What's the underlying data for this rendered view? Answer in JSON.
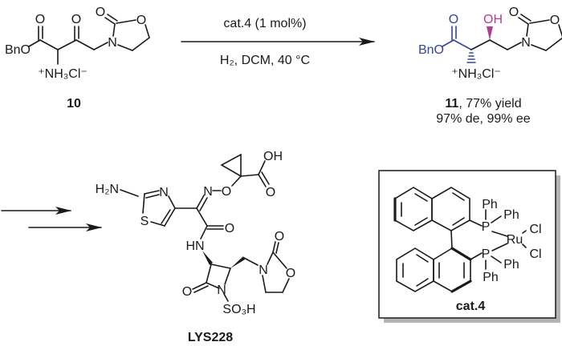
{
  "reaction": {
    "reagent_top": "cat.4 (1 mol%)",
    "reagent_bottom": "H₂, DCM, 40 °C"
  },
  "compound_10": {
    "label": "10",
    "atoms": {
      "bno": "BnO",
      "o_ester": "O",
      "o_ketone": "O",
      "amine": "⁺NH₃Cl⁻",
      "n_ring": "N",
      "o_ring": "O",
      "o_carbonyl": "O"
    }
  },
  "compound_11": {
    "label_number": "11",
    "label_yield": ", 77% yield",
    "selectivity": "97% de, 99% ee",
    "atoms": {
      "bno": "BnO",
      "o_ester": "O",
      "oh": "OH",
      "amine": "⁺NH₃Cl⁻",
      "n_ring": "N",
      "o_ring": "O",
      "o_carbonyl": "O"
    },
    "colors": {
      "ester_fragment": "#33449a",
      "hydroxyl": "#b0408f"
    }
  },
  "lys228": {
    "label": "LYS228",
    "atoms": {
      "h2n": "H₂N",
      "n_thiazole": "N",
      "s_thiazole": "S",
      "n_oxime": "N",
      "o_oxime": "O",
      "oh": "OH",
      "o_acid": "O",
      "o_amide": "O",
      "hn": "HN",
      "o_lactam": "O",
      "n_lactam": "N",
      "so3h": "SO₃H",
      "n_ring": "N",
      "o_ring": "O",
      "o_carbonyl": "O"
    }
  },
  "catalyst": {
    "label": "cat.4",
    "atoms": {
      "p1": "P",
      "p2": "P",
      "ru": "Ru",
      "cl1": "Cl",
      "cl2": "Cl",
      "ph1": "Ph",
      "ph2": "Ph",
      "ph3": "Ph",
      "ph4": "Ph"
    }
  }
}
